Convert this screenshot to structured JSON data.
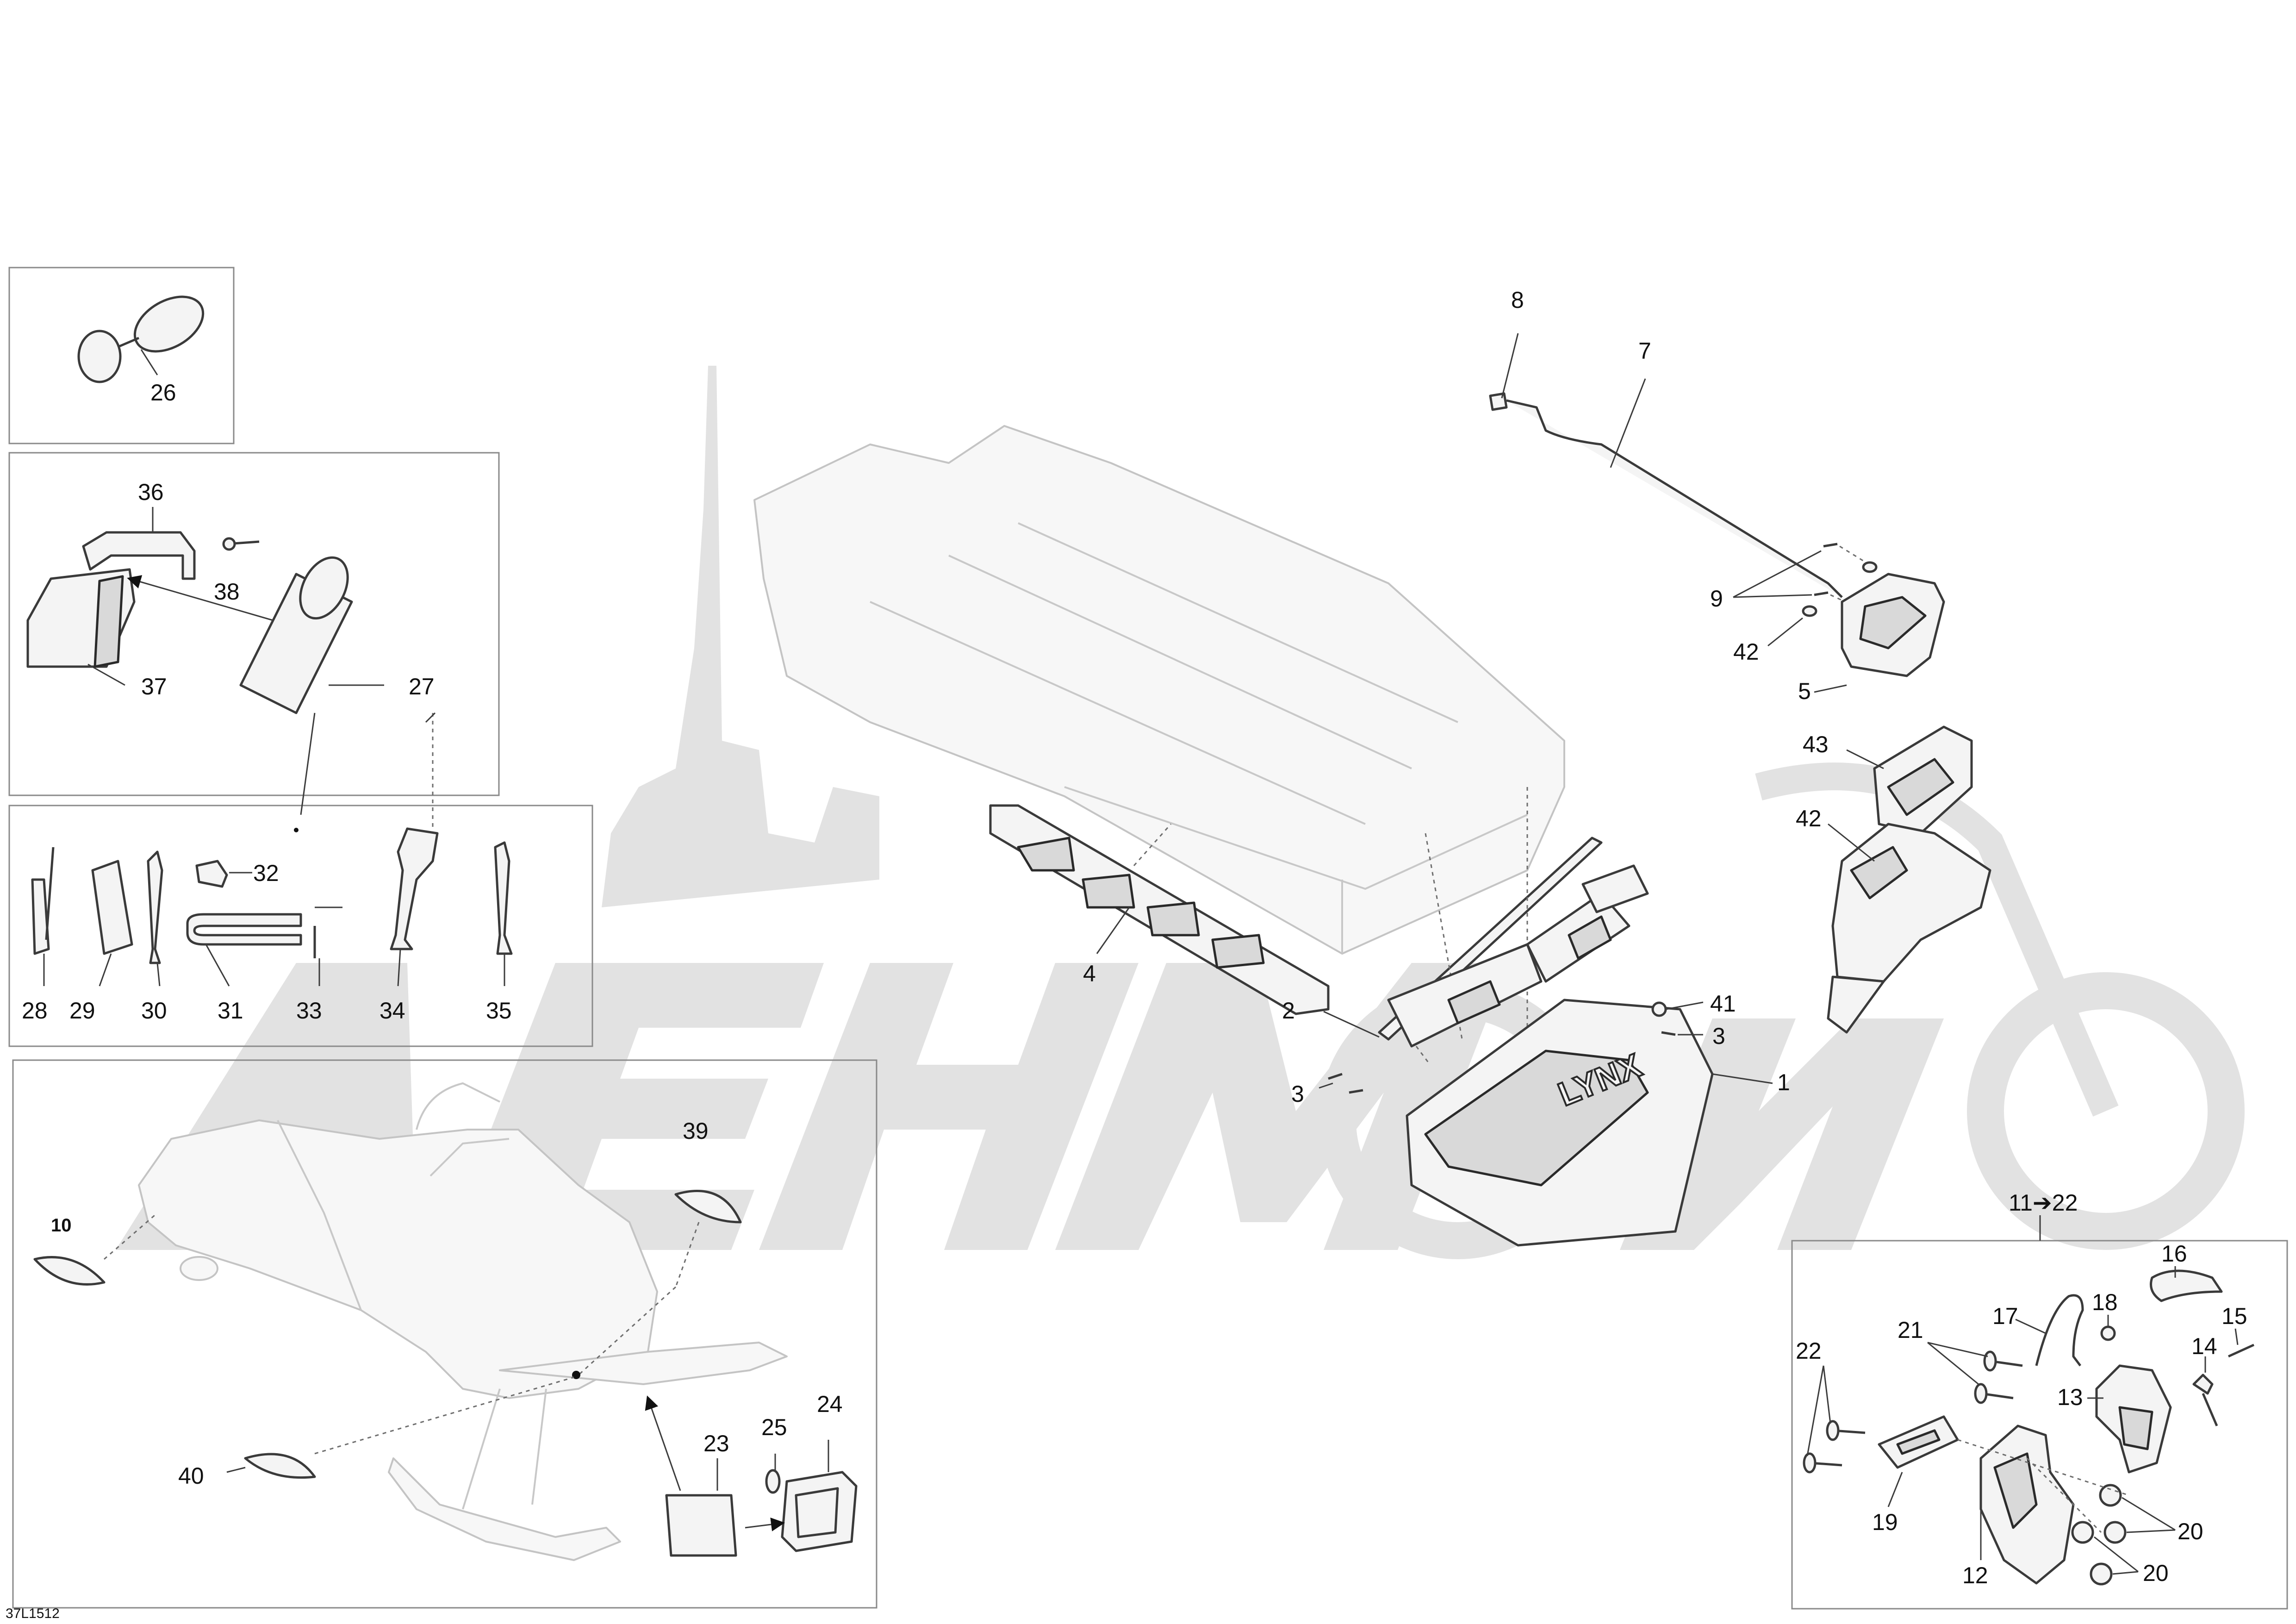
{
  "diagram": {
    "drawing_code": "37L1512",
    "brand_emboss": "LYNX",
    "callouts": {
      "c1": "1",
      "c2": "2",
      "c3a": "3",
      "c3b": "3",
      "c4": "4",
      "c5": "5",
      "c7": "7",
      "c8": "8",
      "c9": "9",
      "c10": "10",
      "c11_22": "11➔22",
      "c12": "12",
      "c13": "13",
      "c14": "14",
      "c15": "15",
      "c16": "16",
      "c17": "17",
      "c18": "18",
      "c19": "19",
      "c20a": "20",
      "c20b": "20",
      "c21": "21",
      "c22": "22",
      "c23": "23",
      "c24": "24",
      "c25": "25",
      "c26": "26",
      "c27": "27",
      "c28": "28",
      "c29": "29",
      "c30": "30",
      "c31": "31",
      "c32": "32",
      "c33": "33",
      "c34": "34",
      "c35": "35",
      "c36": "36",
      "c37": "37",
      "c38": "38",
      "c39": "39",
      "c40": "40",
      "c41": "41",
      "c42a": "42",
      "c42b": "42",
      "c43": "43"
    },
    "colors": {
      "line": "#3a3a3a",
      "frame": "#8a8a8a",
      "ghost_outline": "#c4c4c4",
      "watermark": "#e2e2e2"
    },
    "watermark_icon": "motorcycle-cathedral-logo"
  }
}
